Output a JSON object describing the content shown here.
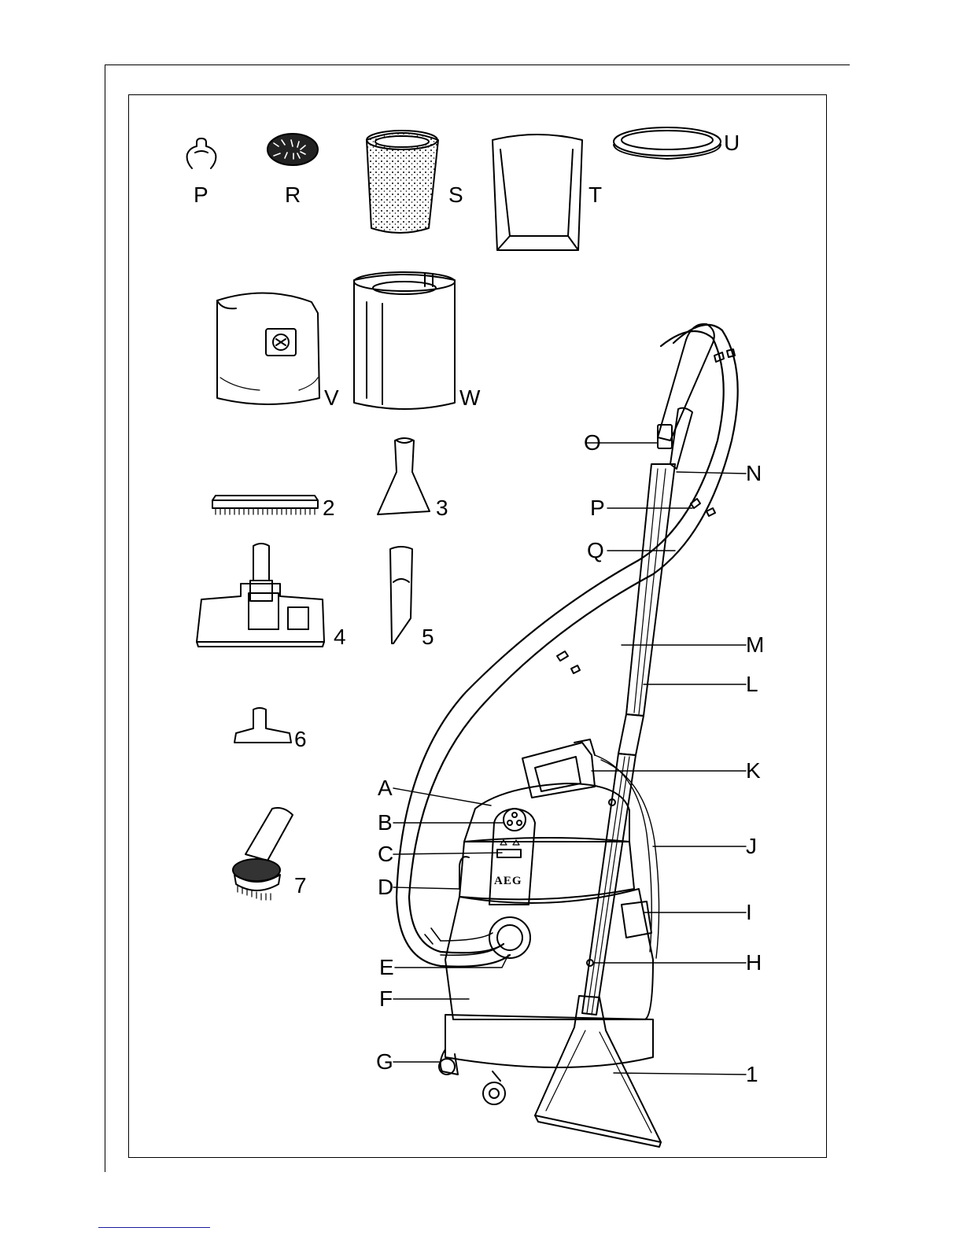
{
  "brand": "AEG",
  "parts": {
    "P": "P",
    "R": "R",
    "S": "S",
    "T": "T",
    "U": "U",
    "V": "V",
    "W": "W",
    "n2": "2",
    "n3": "3",
    "n4": "4",
    "n5": "5",
    "n6": "6",
    "n7": "7"
  },
  "callouts": {
    "A": "A",
    "B": "B",
    "C": "C",
    "D": "D",
    "E": "E",
    "F": "F",
    "G": "G",
    "O": "O",
    "N": "N",
    "P": "P",
    "Q": "Q",
    "M": "M",
    "L": "L",
    "K": "K",
    "J": "J",
    "I": "I",
    "H": "H",
    "n1": "1"
  }
}
